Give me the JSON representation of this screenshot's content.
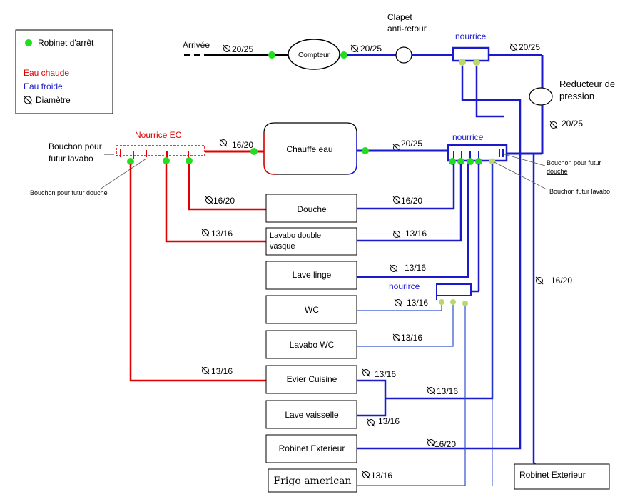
{
  "legend": {
    "stop_valve": "Robinet d'arrêt",
    "hot_water": "Eau chaude",
    "cold_water": "Eau froide",
    "diameter": "Diamètre",
    "colors": {
      "hot": "#e00000",
      "cold": "#1a1acc",
      "valve": "#22dd22",
      "valve_alt": "#b8d870",
      "main": "#000000"
    }
  },
  "supply": {
    "arrival": "Arrivée",
    "d1": "20/25",
    "meter": "Compteur",
    "d2": "20/25",
    "check_valve_line1": "Clapet",
    "check_valve_line2": "anti-retour",
    "manifold_top": "nourrice",
    "d3": "20/25",
    "reducer_line1": "Reducteur de",
    "reducer_line2": "pression",
    "d4": "20/25"
  },
  "hot_side": {
    "manifold": "Nourrice EC",
    "plug_line1": "Bouchon pour",
    "plug_line2": "futur lavabo",
    "plug_shower": "Bouchon pour futur douche",
    "d_heater": "16/20",
    "heater": "Chauffe eau",
    "d_shower": "16/20",
    "d_basin": "13/16",
    "d_sink": "13/16"
  },
  "cold_side": {
    "manifold": "nourrice",
    "d_heater": "20/25",
    "plug_shower_line1": "Bouchon pour futur",
    "plug_shower_line2": "douche",
    "plug_basin": "Bouchon futur lavabo",
    "d_shower": "16/20",
    "d_basin": "13/16",
    "d_washer": "13/16",
    "small_manifold": "nourirce",
    "d_wc": "13/16",
    "d_wc_basin": "13/16",
    "d_sink": "13/16",
    "d_sink_branch": "13/16",
    "d_dishwasher": "13/16",
    "d_ext_tap": "16/20",
    "d_fridge": "13/16",
    "d_ext_tap2": "16/20"
  },
  "fixtures": {
    "shower": "Douche",
    "basin_line1": "Lavabo double",
    "basin_line2": "vasque",
    "washer": "Lave linge",
    "wc": "WC",
    "wc_basin": "Lavabo WC",
    "sink": "Evier Cuisine",
    "dishwasher": "Lave vaisselle",
    "ext_tap": "Robinet Exterieur",
    "fridge": "Frigo american",
    "ext_tap2": "Robinet Exterieur"
  }
}
